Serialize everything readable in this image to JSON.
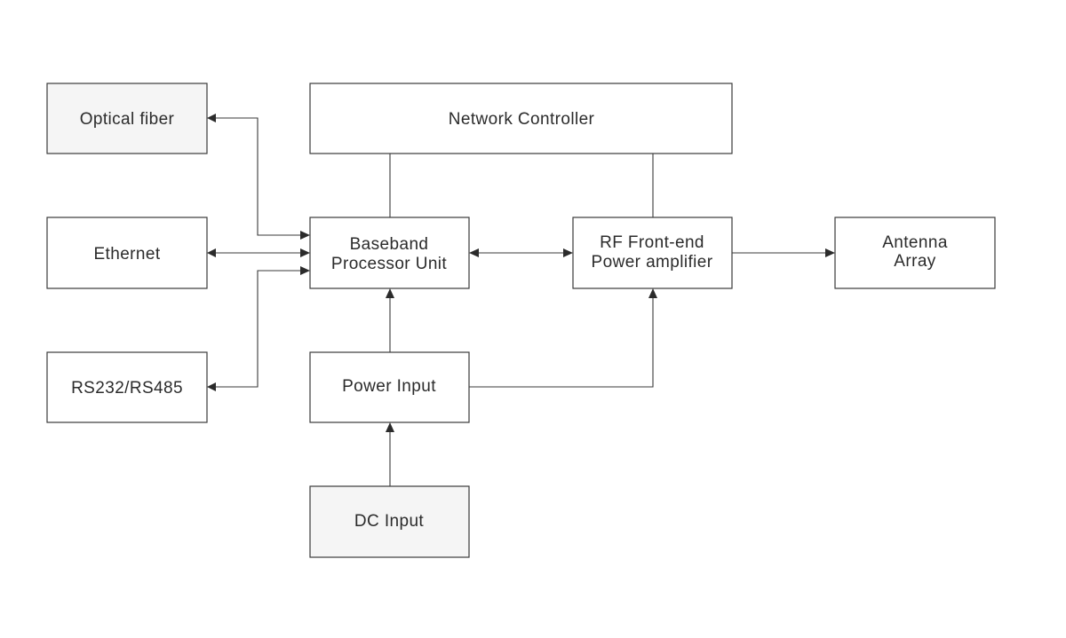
{
  "blocks": {
    "optical_fiber": {
      "lines": [
        "Optical fiber"
      ]
    },
    "ethernet": {
      "lines": [
        "Ethernet"
      ]
    },
    "rs232": {
      "lines": [
        "RS232/RS485"
      ]
    },
    "network_controller": {
      "lines": [
        "Network Controller"
      ]
    },
    "baseband": {
      "lines": [
        "Baseband",
        "Processor Unit"
      ]
    },
    "rf_frontend": {
      "lines": [
        "RF Front-end",
        "Power amplifier"
      ]
    },
    "antenna": {
      "lines": [
        "Antenna",
        "Array"
      ]
    },
    "power_input": {
      "lines": [
        "Power Input"
      ]
    },
    "dc_input": {
      "lines": [
        "DC Input"
      ]
    }
  }
}
